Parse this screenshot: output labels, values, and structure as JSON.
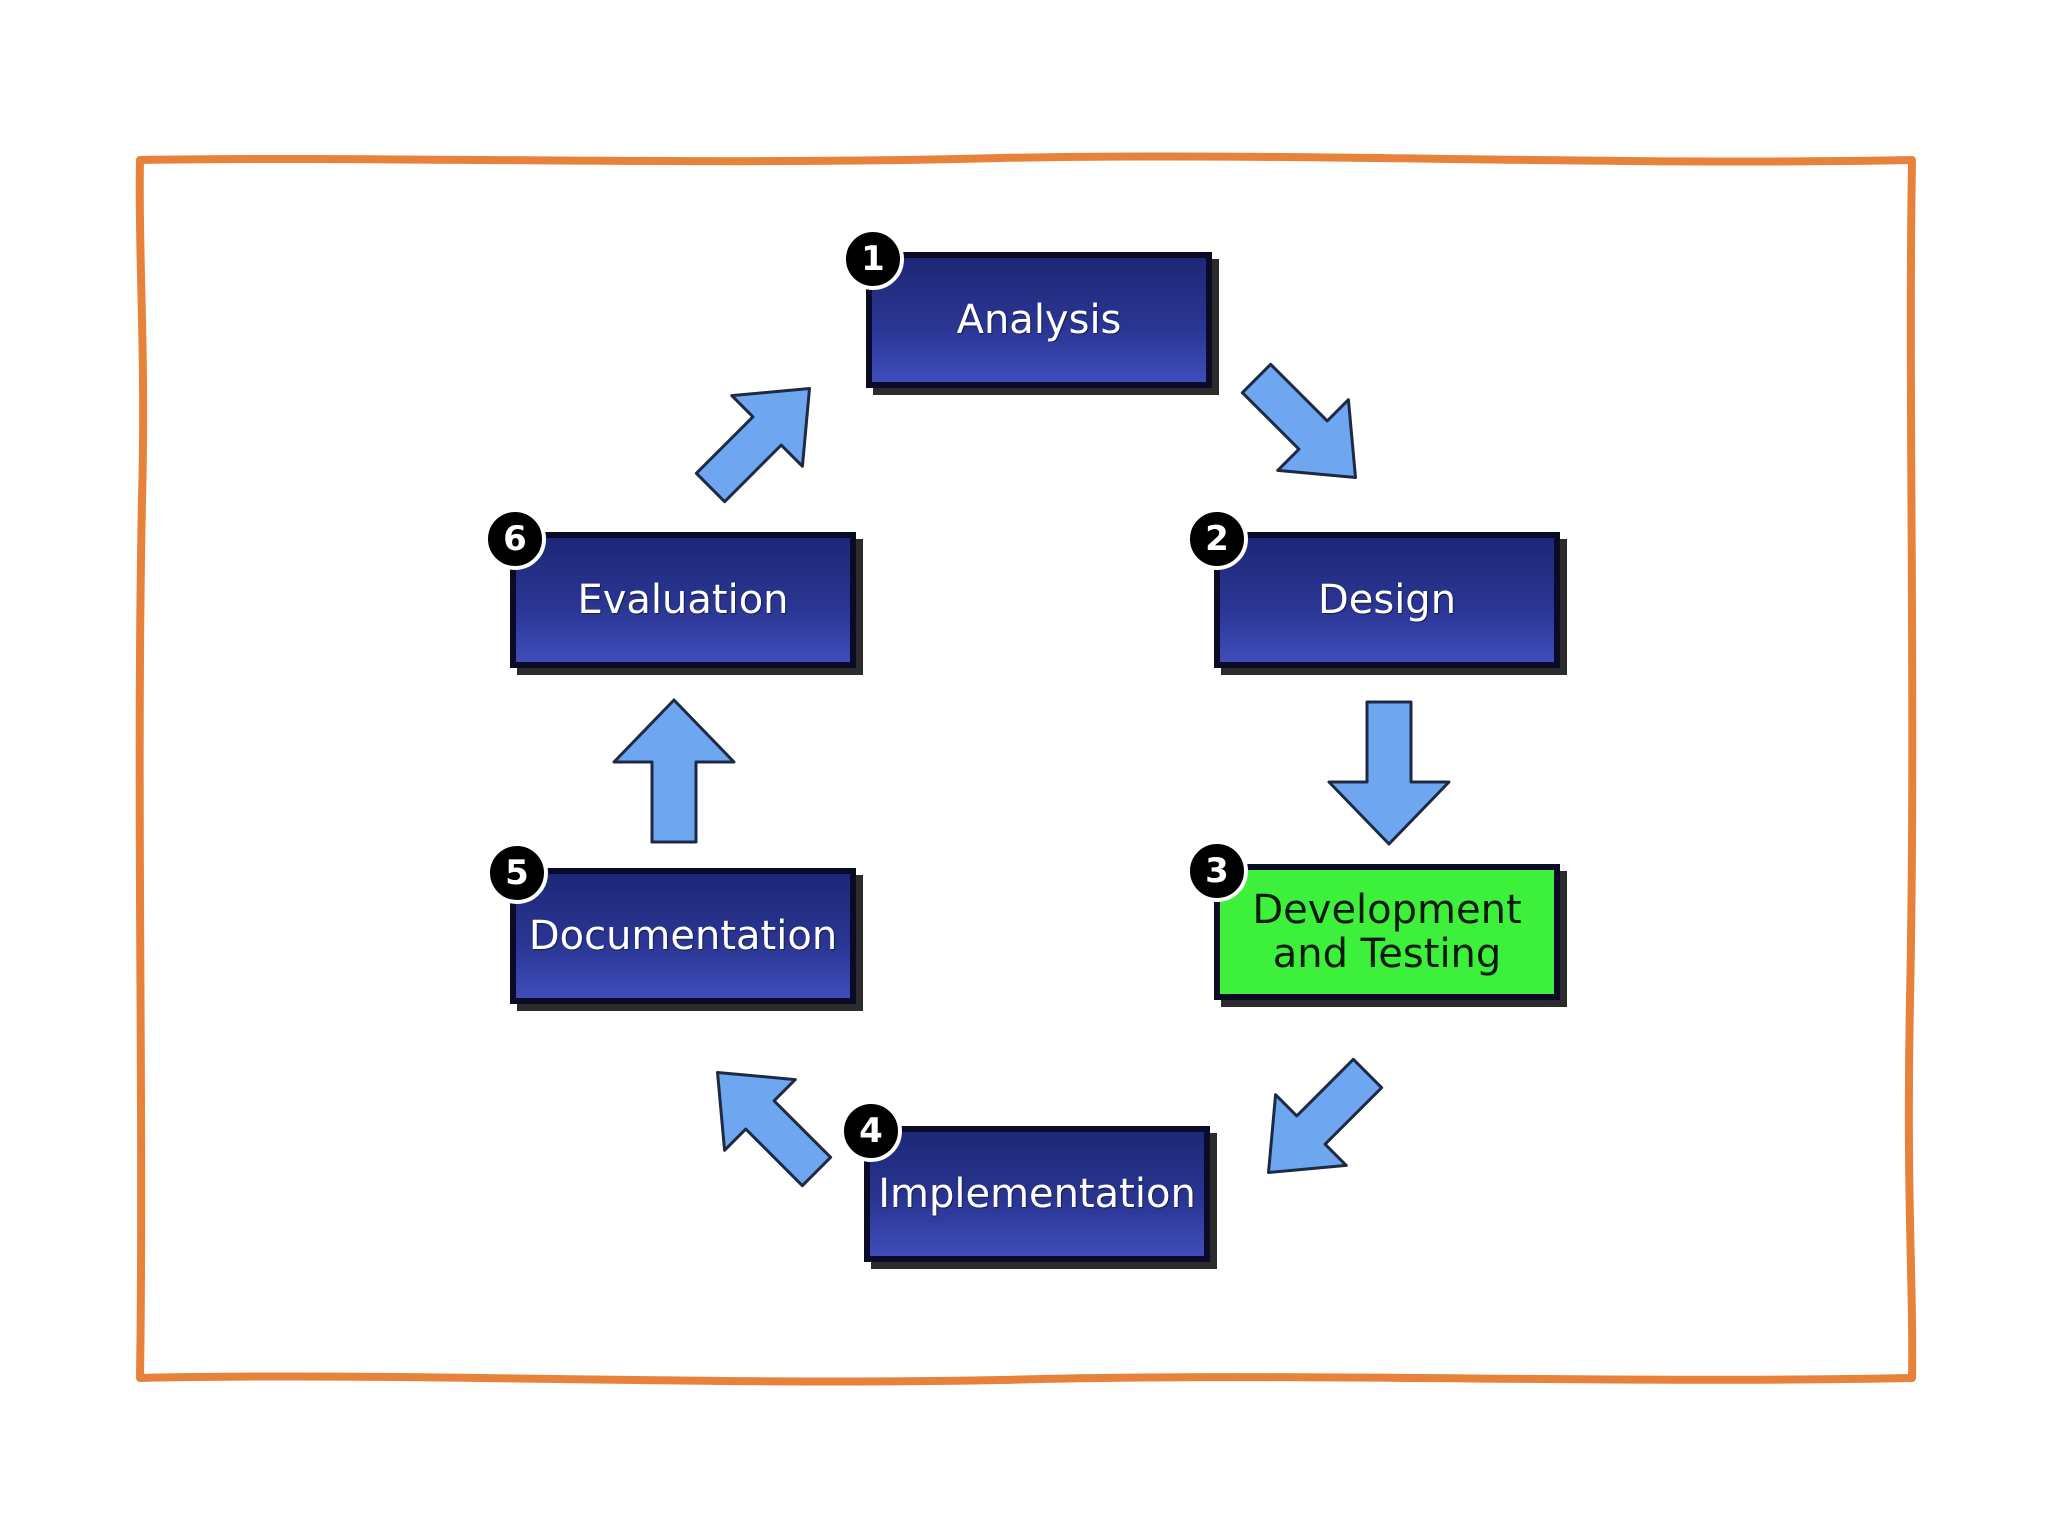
{
  "colors": {
    "frame_border": "#e8813a",
    "box_fill": "#2a3592",
    "box_highlight": "#3cf03c",
    "arrow_fill": "#6ea6ef"
  },
  "stages": [
    {
      "number": "1",
      "label": "Analysis"
    },
    {
      "number": "2",
      "label": "Design"
    },
    {
      "number": "3",
      "label": "Development and Testing"
    },
    {
      "number": "4",
      "label": "Implementation"
    },
    {
      "number": "5",
      "label": "Documentation"
    },
    {
      "number": "6",
      "label": "Evaluation"
    }
  ]
}
